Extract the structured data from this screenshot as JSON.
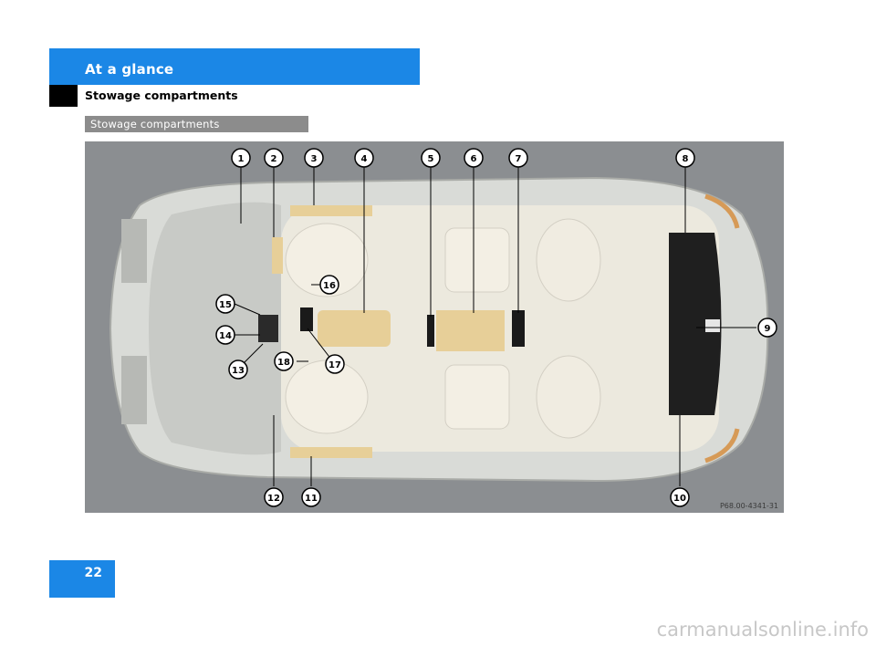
{
  "header": {
    "section_title": "At a glance",
    "subheading": "Stowage compartments"
  },
  "section_bar": {
    "label": "Stowage compartments"
  },
  "figure": {
    "code": "P68.00-4341-31",
    "callouts": [
      "1",
      "2",
      "3",
      "4",
      "5",
      "6",
      "7",
      "8",
      "9",
      "10",
      "11",
      "12",
      "13",
      "14",
      "15",
      "16",
      "17",
      "18"
    ]
  },
  "footer": {
    "page_number": "22",
    "watermark": "carmanualsonline.info"
  },
  "colors": {
    "accent": "#1b87e6",
    "section_bar": "#8c8c8c",
    "highlight": "#e7cf98"
  }
}
